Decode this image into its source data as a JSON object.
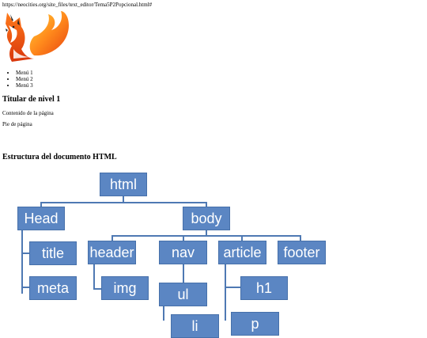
{
  "url": "https://neocities.org/site_files/text_editor/Tema5P2Popcional.html#",
  "logo": {
    "icon": "fox-logo-icon"
  },
  "menu": [
    "Menú 1",
    "Menú 2",
    "Menú 3"
  ],
  "heading": "Titular de nivel 1",
  "content": "Contenido de la página",
  "footer": "Pie de página",
  "diagram": {
    "title": "Estructura del documento HTML",
    "nodes": {
      "html": "html",
      "head": "Head",
      "body": "body",
      "title": "title",
      "meta": "meta",
      "header": "header",
      "img": "img",
      "nav": "nav",
      "ul": "ul",
      "li": "li",
      "article": "article",
      "h1": "h1",
      "p": "p",
      "footer": "footer"
    },
    "colors": {
      "box": "#5b86c3",
      "line": "#4f79b3",
      "text": "#ffffff"
    }
  }
}
